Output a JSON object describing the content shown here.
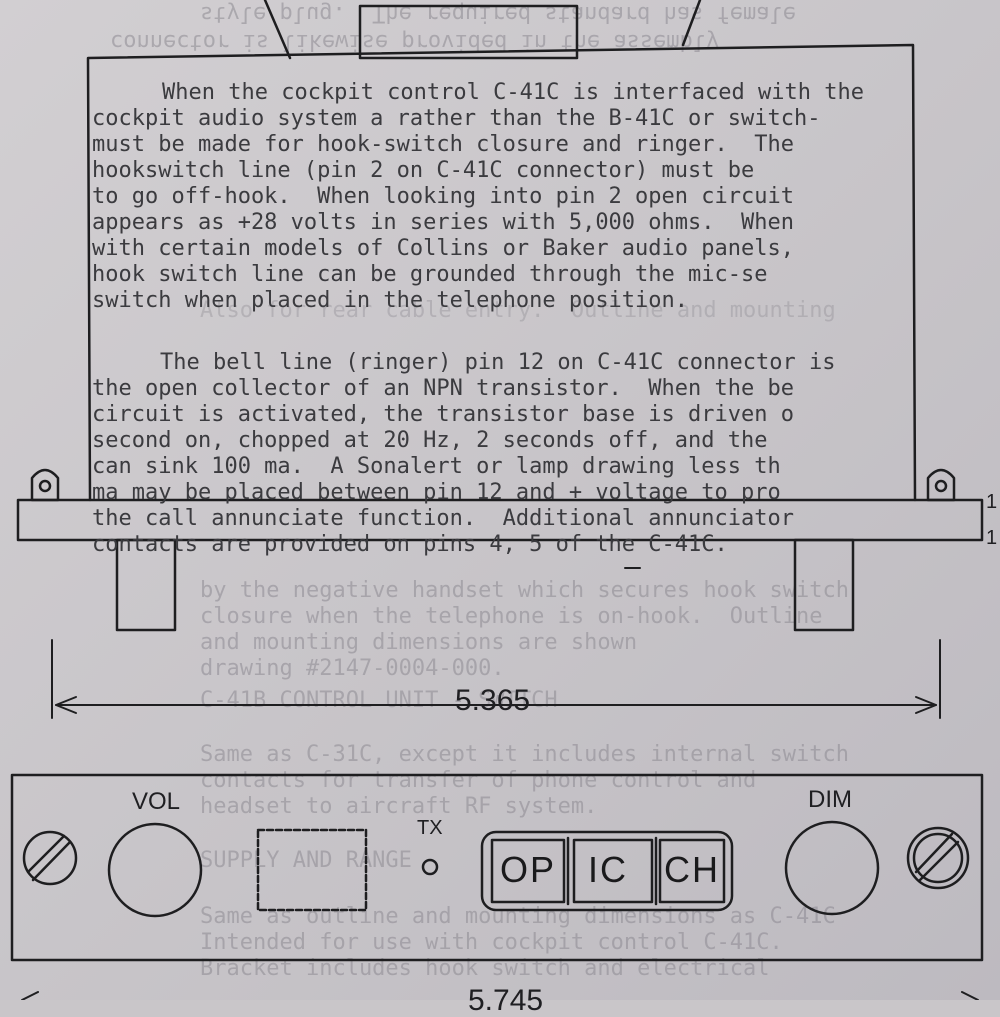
{
  "page_text": {
    "lines": [
      "When the cockpit control C-41C is interfaced with the",
      "cockpit audio system a rather than the B-41C or switch-",
      "must be made for hook-switch closure and ringer.  The",
      "hookswitch line (pin 2 on C-41C connector) must be",
      "to go off-hook.  When looking into pin 2 open circuit",
      "appears as +28 volts in series with 5,000 ohms.  When",
      "with certain models of Collins or Baker audio panels,",
      "hook switch line can be grounded through the mic-se",
      "switch when placed in the telephone position.",
      "The bell line (ringer) pin 12 on C-41C connector is",
      "the open collector of an NPN transistor.  When the be",
      "circuit is activated, the transistor base is driven o",
      "second on, chopped at 20 Hz, 2 seconds off, and the",
      "can sink 100 ma.  A Sonalert or lamp drawing less th",
      "ma may be placed between pin 12 and + voltage to pro",
      "the call annunciate function.  Additional annunciator",
      "contacts are provided on pins 4, 5 of the C-41C."
    ]
  },
  "bleed_text": {
    "lines": [
      "style plug.  The required standard has female",
      "connector is likewise provided in the assembly",
      "Also for rear cable entry.  Outline and mounting",
      "by the negative handset which secures hook switch",
      "closure when the telephone is on-hook.  Outline",
      "and mounting dimensions are shown",
      "drawing #2147-0004-000.",
      "C-41B CONTROL UNIT - SWITCH",
      "Same as C-31C, except it includes internal switch",
      "contacts for transfer of phone control and",
      "headset to aircraft RF system.",
      "SUPPLY AND RANGE",
      "Same as outline and mounting dimensions as C-41C",
      "Intended for use with cockpit control C-41C.",
      "Bracket includes hook switch and electrical"
    ]
  },
  "drawing": {
    "top_view": {
      "dimension_label": "5.365",
      "edge_marks": [
        "1",
        "1"
      ]
    },
    "front_panel": {
      "vol_label": "VOL",
      "dim_label": "DIM",
      "tx_label": "TX",
      "buttons": [
        "OP",
        "IC",
        "CH"
      ],
      "bottom_dimension_label": "5.745"
    }
  }
}
